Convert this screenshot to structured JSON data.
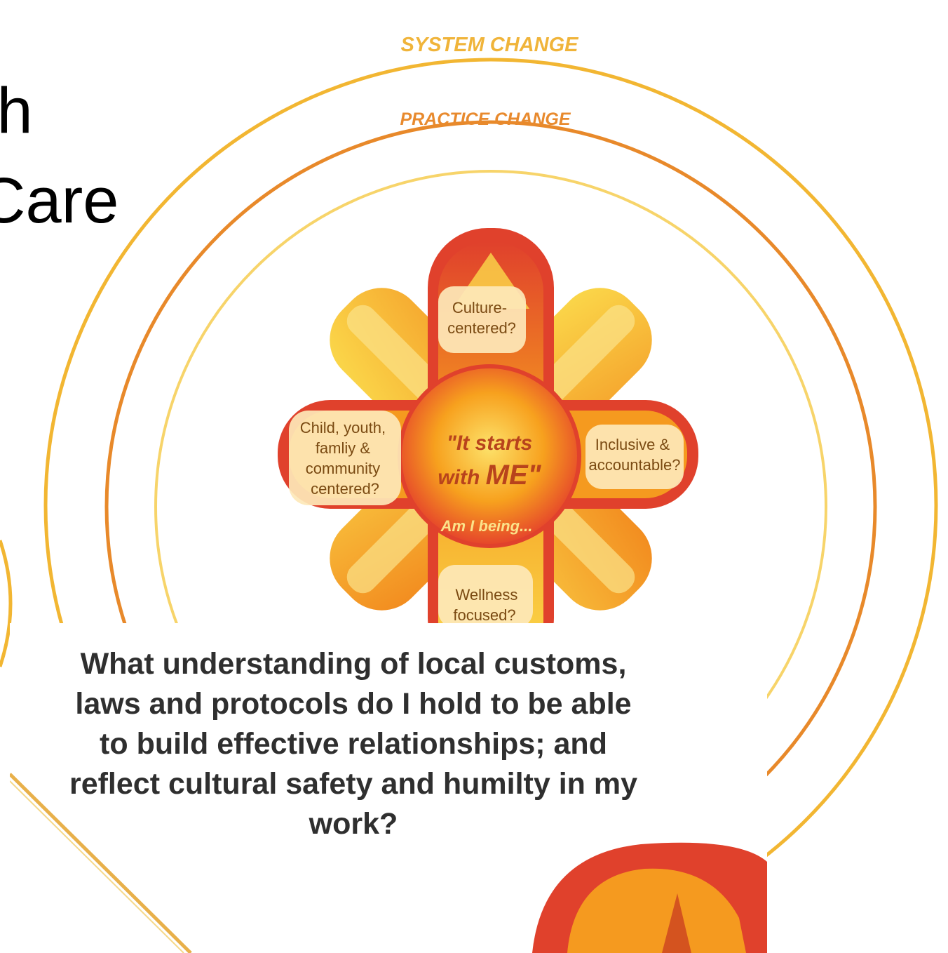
{
  "slide": {
    "title_line1": "th",
    "title_line2": "Care"
  },
  "diagram": {
    "outer_ring_label": "SYSTEM CHANGE",
    "middle_ring_label": "PRACTICE CHANGE",
    "center_line1": "\"It starts",
    "center_line2_prefix": "with ",
    "center_line2_emphasis": "ME\"",
    "center_prompt": "Am I being...",
    "petals": {
      "top": [
        "Culture-",
        "centered?"
      ],
      "left": [
        "Child, youth,",
        "famliy &",
        "community",
        "centered?"
      ],
      "right": [
        "Inclusive &",
        "accountable?"
      ],
      "bottom": [
        "Wellness",
        "focused?"
      ]
    },
    "colors": {
      "outer_ring": "#f2b632",
      "middle_ring": "#e8892a",
      "inner_ring": "#f7d46a",
      "star_red": "#e0412c",
      "star_orange": "#f59a1f",
      "star_yellow": "#fbd94b",
      "label_gold": "#f0b43a",
      "label_orange": "#e88a2e"
    }
  },
  "question": {
    "text": "What understanding of local customs, laws and protocols do I hold to be able to build effective relationships; and reflect cultural safety and humilty in my  work?"
  }
}
